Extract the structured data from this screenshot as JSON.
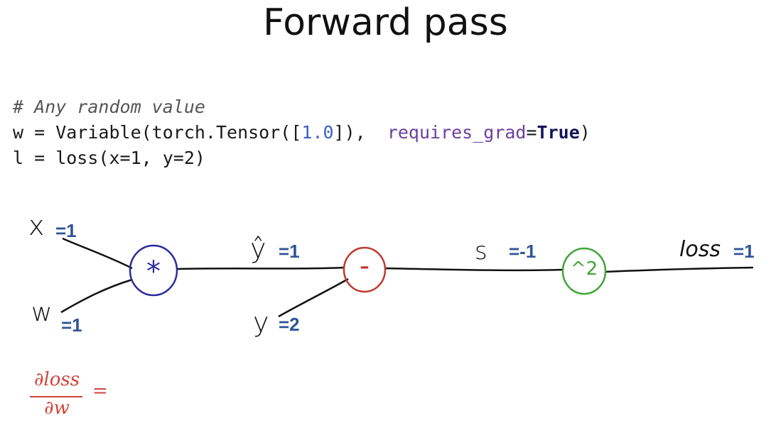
{
  "title": "Forward pass",
  "code": {
    "comment": "# Any random value",
    "line2_prefix": "w = Variable(torch.Tensor([",
    "line2_num": "1.0",
    "line2_mid": "]),  ",
    "line2_kw": "requires_grad",
    "line2_eq": "=",
    "line2_bool": "True",
    "line2_end": ")",
    "line3": "l = loss(x=1, y=2)"
  },
  "graph": {
    "x_label": "x",
    "x_value": "=1",
    "w_label": "w",
    "w_value": "=1",
    "yhat_label": "ŷ",
    "yhat_value": "=1",
    "y_label": "y",
    "y_value": "=2",
    "s_label": "s",
    "s_value": "=-1",
    "loss_label": "loss",
    "loss_value": "=1",
    "mul_op": "*",
    "sub_op": "-",
    "sq_op": "^2"
  },
  "derivative": {
    "numerator": "∂loss",
    "denominator": "∂w",
    "equals": "="
  },
  "colors": {
    "value_text": "#2f5596",
    "mul_node": "#2b2c9b",
    "sub_node": "#c0392b",
    "sq_node": "#3fa535",
    "derivative": "#d2433a"
  }
}
